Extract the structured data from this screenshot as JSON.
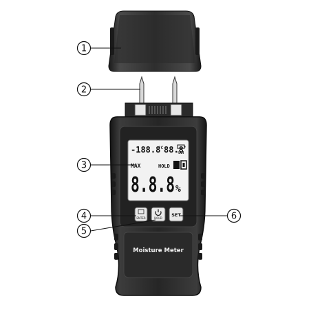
{
  "device": {
    "name_label": "Moisture Meter",
    "lcd": {
      "top_left_value": "-188.8",
      "top_left_unit": "°C",
      "top_right_value": "88.8",
      "top_right_unit": "%RH",
      "max_label": "MAX",
      "hold_label": "HOLD",
      "main_value": "8.8.8",
      "main_unit": "%"
    },
    "buttons": {
      "enter_label": "ENTER",
      "hold_label": "HOLD",
      "set_label": "SET"
    }
  },
  "callouts": [
    {
      "number": "1"
    },
    {
      "number": "2"
    },
    {
      "number": "3"
    },
    {
      "number": "4"
    },
    {
      "number": "5"
    },
    {
      "number": "6"
    }
  ],
  "colors": {
    "body_dark": "#1c1c1c",
    "body_mid": "#3a3a3a",
    "lcd_bg": "#f2f2f2",
    "line": "#111111"
  }
}
